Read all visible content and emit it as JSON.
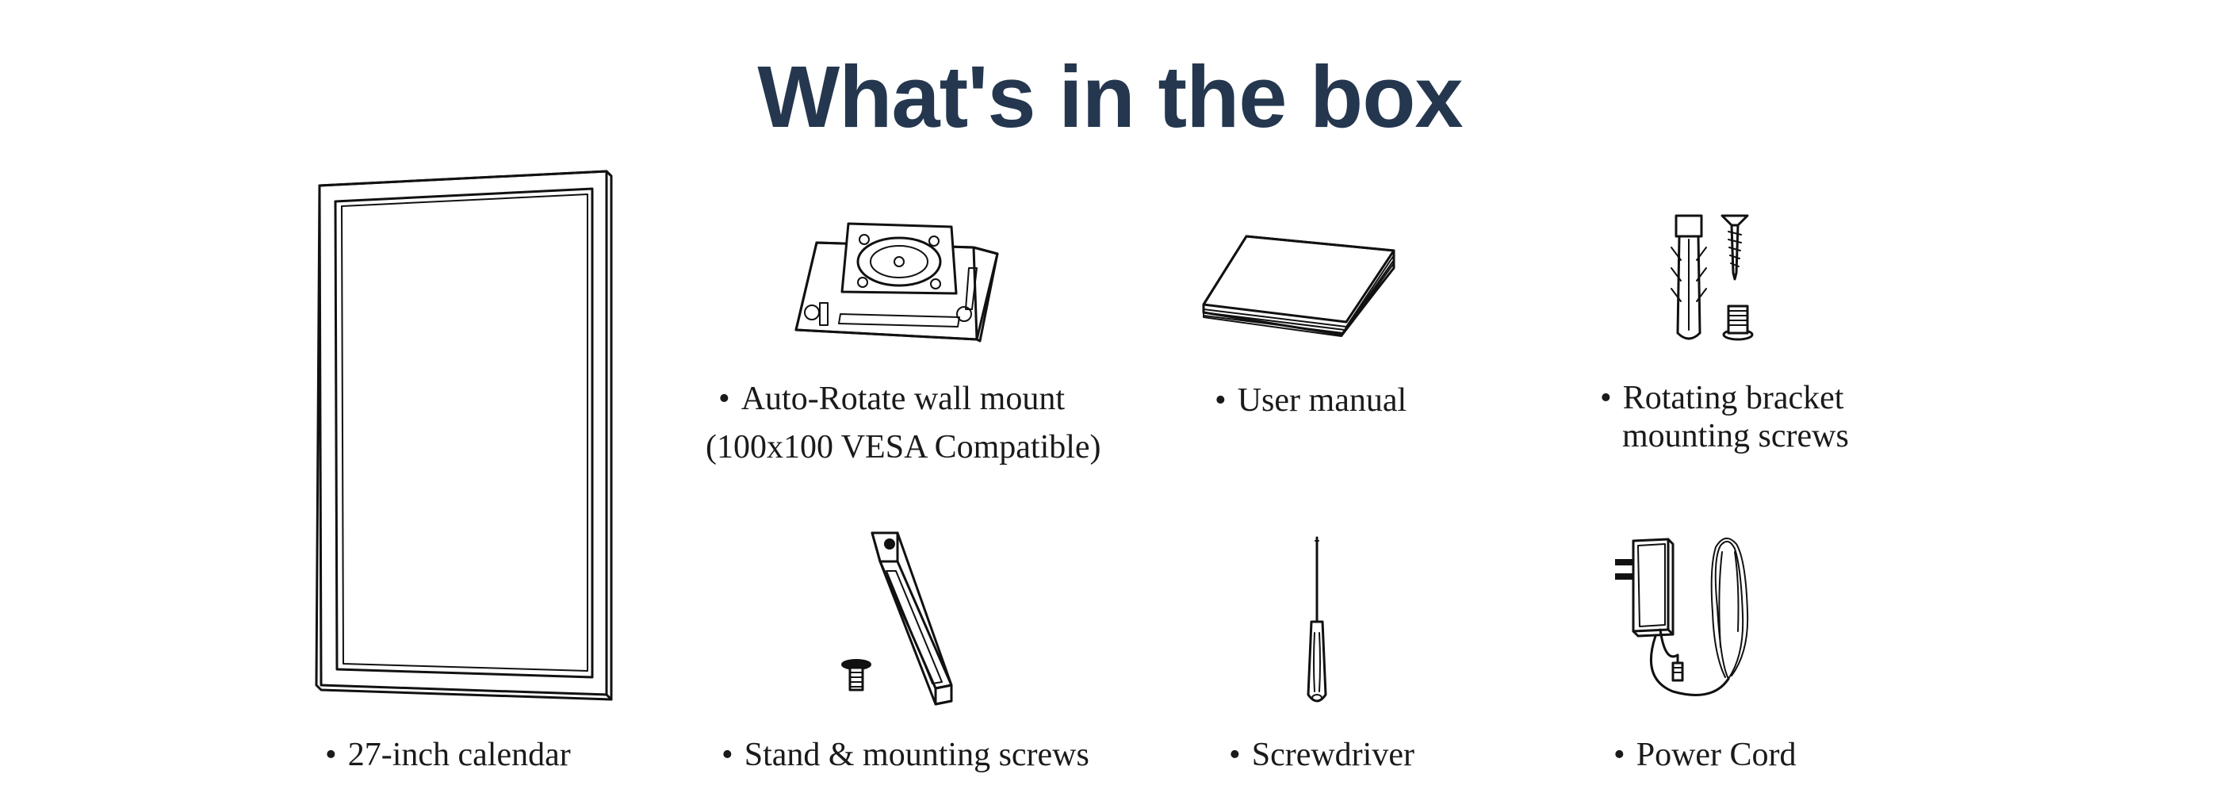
{
  "page": {
    "title": "What's in the box"
  },
  "items": [
    {
      "icon": "display-panel-icon",
      "caption_lines": [
        "27-inch calendar"
      ]
    },
    {
      "icon": "wall-mount-plate-icon",
      "caption_lines": [
        "Auto-Rotate wall mount",
        "(100x100 VESA Compatible)"
      ]
    },
    {
      "icon": "booklet-icon",
      "caption_lines": [
        "User manual"
      ]
    },
    {
      "icon": "screws-anchor-icon",
      "caption_lines": [
        "Rotating bracket",
        "mounting screws"
      ]
    },
    {
      "icon": "stand-leg-icon",
      "caption_lines": [
        "Stand & mounting screws"
      ]
    },
    {
      "icon": "screwdriver-icon",
      "caption_lines": [
        "Screwdriver"
      ]
    },
    {
      "icon": "power-adapter-icon",
      "caption_lines": [
        "Power Cord"
      ]
    }
  ]
}
